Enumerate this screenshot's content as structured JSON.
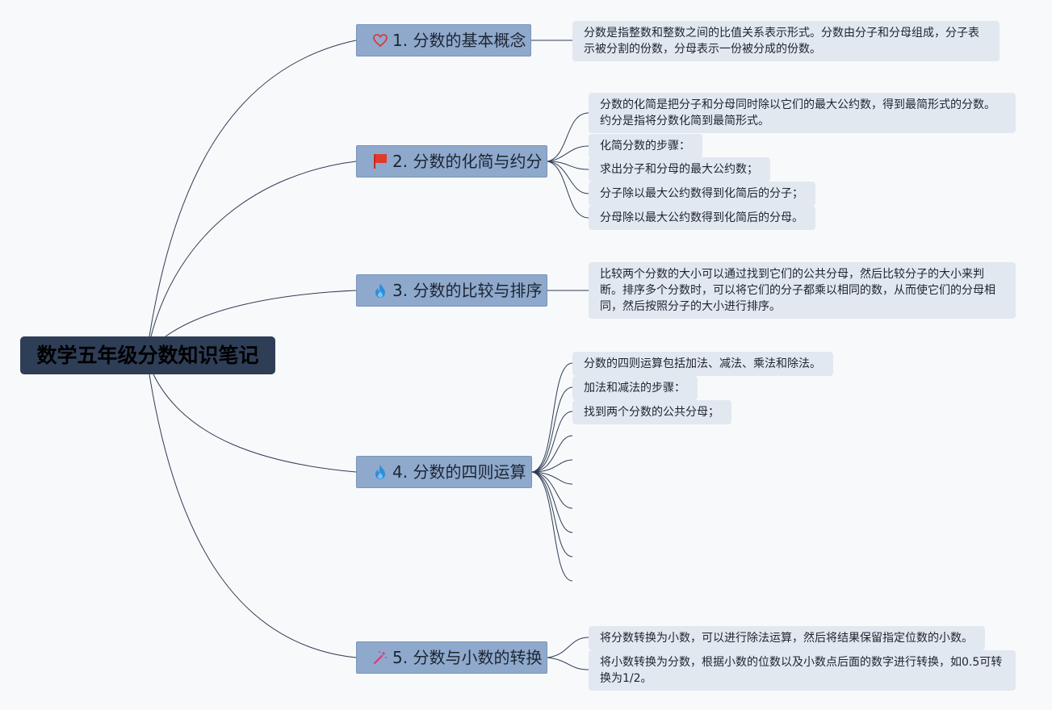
{
  "root": {
    "label": "数学五年级分数知识笔记"
  },
  "branches": [
    {
      "label": "1. 分数的基本概念",
      "icon": "heart-icon",
      "leaves": [
        "分数是指整数和整数之间的比值关系表示形式。分数由分子和分母组成，分子表示被分割的份数，分母表示一份被分成的份数。"
      ]
    },
    {
      "label": "2. 分数的化简与约分",
      "icon": "flag-icon",
      "leaves": [
        "分数的化简是把分子和分母同时除以它们的最大公约数，得到最简形式的分数。约分是指将分数化简到最简形式。",
        "化简分数的步骤：",
        "求出分子和分母的最大公约数；",
        "分子除以最大公约数得到化简后的分子；",
        "分母除以最大公约数得到化简后的分母。"
      ]
    },
    {
      "label": "3. 分数的比较与排序",
      "icon": "fire-icon",
      "leaves": [
        "比较两个分数的大小可以通过找到它们的公共分母，然后比较分子的大小来判断。排序多个分数时，可以将它们的分子都乘以相同的数，从而使它们的分母相同，然后按照分子的大小进行排序。"
      ]
    },
    {
      "label": "4. 分数的四则运算",
      "icon": "fire-icon",
      "leaves": [
        "分数的四则运算包括加法、减法、乘法和除法。",
        "加法和减法的步骤：",
        "找到两个分数的公共分母；"
      ]
    },
    {
      "label": "5. 分数与小数的转换",
      "icon": "magic-wand-icon",
      "leaves": [
        "将分数转换为小数，可以进行除法运算，然后将结果保留指定位数的小数。",
        "将小数转换为分数，根据小数的位数以及小数点后面的数字进行转换，如0.5可转换为1/2。"
      ]
    }
  ],
  "colors": {
    "root_bg": "#2f3e57",
    "branch_bg": "#8fa9cc",
    "leaf_bg": "#e2e8f0",
    "link": "#2e3d55",
    "heart": "#d9322e",
    "flag": "#e03a2b",
    "fire": "#2b8fdb",
    "wand": "#e0357a"
  }
}
